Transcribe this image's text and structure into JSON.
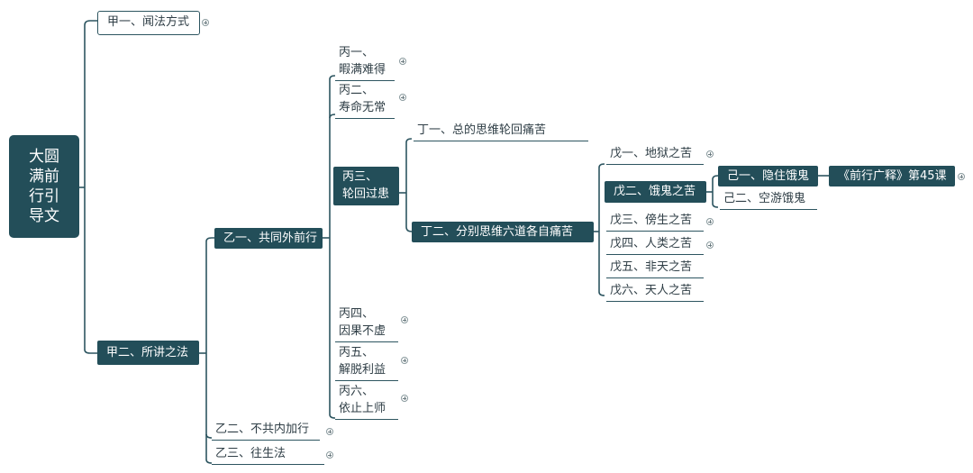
{
  "root": {
    "lines": [
      "大圆",
      "满前",
      "行引",
      "导文"
    ]
  },
  "jia1": "甲一、闻法方式",
  "jia2": "甲二、所讲之法",
  "yi1": "乙一、共同外前行",
  "yi2": "乙二、不共内加行",
  "yi3": "乙三、往生法",
  "bing1": [
    "丙一、",
    "暇满难得"
  ],
  "bing2": [
    "丙二、",
    "寿命无常"
  ],
  "bing3": [
    "丙三、",
    "轮回过患"
  ],
  "bing4": [
    "丙四、",
    "因果不虚"
  ],
  "bing5": [
    "丙五、",
    "解脱利益"
  ],
  "bing6": [
    "丙六、",
    "依止上师"
  ],
  "ding1": "丁一、总的思维轮回痛苦",
  "ding2": "丁二、分别思维六道各自痛苦",
  "wu1": "戊一、地狱之苦",
  "wu2": "戊二、饿鬼之苦",
  "wu3": "戊三、傍生之苦",
  "wu4": "戊四、人类之苦",
  "wu5": "戊五、非天之苦",
  "wu6": "戊六、天人之苦",
  "ji1": "己一、隐住饿鬼",
  "ji2": "己二、空游饿鬼",
  "ref": "《前行广释》第45课",
  "colors": {
    "dark": "#234e59",
    "line": "#2d5560"
  }
}
